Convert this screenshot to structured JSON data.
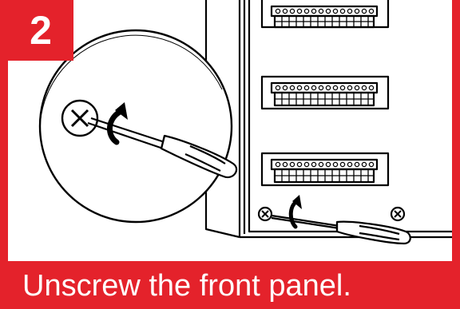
{
  "step": {
    "number": "2"
  },
  "caption": {
    "text": "Unscrew the front panel."
  },
  "colors": {
    "accent": "#e4222b",
    "ink": "#000000",
    "paper": "#ffffff"
  },
  "illustration": {
    "objects": [
      "electrical-cabinet",
      "terminal-block",
      "screw-icon",
      "screwdriver-icon",
      "rotate-counterclockwise-arrow-icon",
      "magnifier-circle"
    ],
    "terminal_blocks": 3,
    "screws": 3
  }
}
